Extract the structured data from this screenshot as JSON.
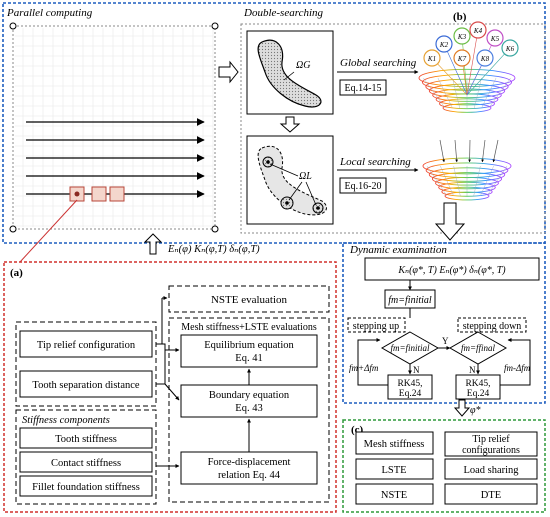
{
  "panels": {
    "parallel": "Parallel computing",
    "double": "Double-searching",
    "b": "(b)",
    "a": "(a)",
    "c": "(c)",
    "dynamic": "Dynamic examination"
  },
  "searching": {
    "global_label": "Global searching",
    "global_eq": "Eq.14-15",
    "local_label": "Local searching",
    "local_eq": "Eq.16-20",
    "sg": "ΩG",
    "sl": "ΩL",
    "k_labels": [
      "K1",
      "K2",
      "K3",
      "K4",
      "K5",
      "K6",
      "K7",
      "K8"
    ]
  },
  "transfer_vars": "Eₙ(φ)  Kₙ(φ,T)  δₙ(φ,T)",
  "panel_a": {
    "nste": "NSTE evaluation",
    "group_title": "Mesh stiffness+LSTE evaluations",
    "tip_relief": "Tip relief configuration",
    "tooth_sep": "Tooth separation distance",
    "stiff_title": "Stiffness components",
    "tooth_stiff": "Tooth stiffness",
    "contact_stiff": "Contact stiffness",
    "fillet_stiff": "Fillet foundation stiffness",
    "equil_1": "Equilibrium equation",
    "equil_2": "Eq. 41",
    "boundary_1": "Boundary equation",
    "boundary_2": "Eq. 43",
    "force_1": "Force-displacement",
    "force_2": "relation Eq. 44"
  },
  "dynamic": {
    "top_vars": "Kₙ(φ*, T)  Eₙ(φ*)  δₙ(φ*, T)",
    "init": "fm=finitial",
    "step_up": "stepping up",
    "step_down": "stepping down",
    "cond_left": "fm=finitial",
    "cond_right": "fm=ffinal",
    "yes": "Y",
    "n_left": "N",
    "n_right": "N",
    "plus": "fm+Δfm",
    "minus": "fm-Δfm",
    "rk_left_1": "RK45,",
    "rk_left_2": "Eq.24",
    "rk_right_1": "RK45,",
    "rk_right_2": "Eq.24",
    "phi": "φ*"
  },
  "outputs": [
    "Mesh stiffness",
    "Tip relief configurations",
    "LSTE",
    "Load sharing",
    "NSTE",
    "DTE"
  ],
  "colors": {
    "blue": "#1f5fbf",
    "red": "#d0312d",
    "green": "#2e9a3a",
    "gray": "#8c8c8c"
  }
}
